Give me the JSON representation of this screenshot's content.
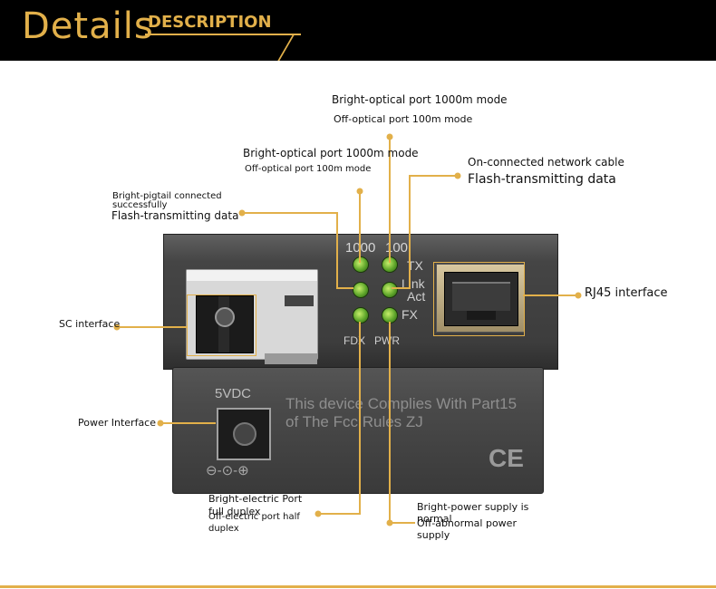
{
  "header": {
    "title": "Details",
    "subtitle": "DESCRIPTION"
  },
  "device": {
    "led_top_labels": [
      "1000",
      "100"
    ],
    "led_right_labels": [
      "TX",
      "Link",
      "Act",
      "FX"
    ],
    "led_bottom_labels": [
      "FDX",
      "PWR"
    ],
    "power_label": "5VDC",
    "compliance_line1": "This device Complies With Part15",
    "compliance_line2": "of The Fcc Rules ZJ",
    "ce_mark": "CE",
    "polarity_symbol": "⊖-⊙-⊕"
  },
  "annotations": {
    "optical_top_1": "Bright-optical port 1000m mode",
    "optical_top_2": "Off-optical port 100m mode",
    "optical_mid_1": "Bright-optical port 1000m mode",
    "optical_mid_2": "Off-optical port 100m mode",
    "network_1": "On-connected network cable",
    "network_2": "Flash-transmitting data",
    "pigtail_1": "Bright-pigtail connected",
    "pigtail_2": "successfully",
    "pigtail_3": "Flash-transmitting data",
    "sc": "SC interface",
    "rj45": "RJ45 interface",
    "power": "Power Interface",
    "electric_1": "Bright-electric Port",
    "electric_2": "full duplex",
    "electric_3": "Off-electric port half",
    "electric_4": "duplex",
    "supply_1": "Bright-power supply is",
    "supply_2": "normal",
    "supply_3": "Off-abnormal power",
    "supply_4": "supply"
  },
  "colors": {
    "accent": "#e2b04a",
    "header_bg": "#000000",
    "led_green": "#7cc13a"
  }
}
